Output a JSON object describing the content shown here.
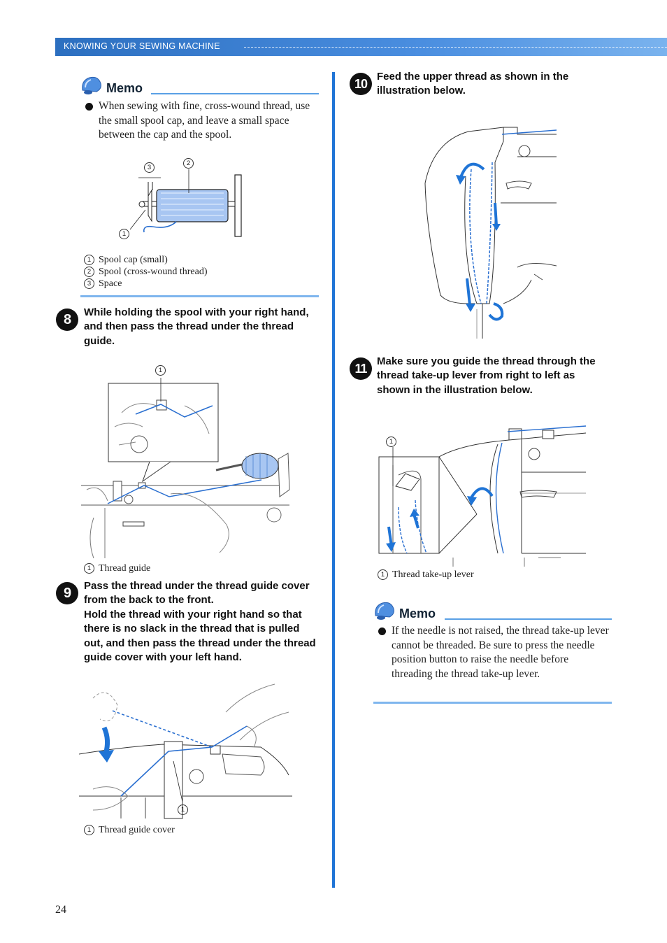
{
  "header": {
    "title": "KNOWING YOUR SEWING MACHINE"
  },
  "memo1": {
    "title": "Memo",
    "bullet": "When sewing with fine, cross-wound thread, use the small spool cap, and leave a small space between the cap and the spool.",
    "figure": {
      "callouts": [
        "1",
        "2",
        "3"
      ],
      "captions": [
        {
          "num": "1",
          "text": "Spool cap (small)"
        },
        {
          "num": "2",
          "text": "Spool (cross-wound thread)"
        },
        {
          "num": "3",
          "text": "Space"
        }
      ]
    }
  },
  "steps": [
    {
      "num": "8",
      "text": "While holding the spool with your right hand, and then pass the thread under the thread guide.",
      "callout": "1",
      "caption_num": "1",
      "caption": "Thread guide"
    },
    {
      "num": "9",
      "text_a": "Pass the thread under the thread guide cover from the back to the front.",
      "text_b": "Hold the thread with your right hand so that there is no slack in the thread that is pulled out, and then pass the thread under the thread guide cover with your left hand.",
      "callout": "1",
      "caption_num": "1",
      "caption": "Thread guide cover"
    },
    {
      "num": "10",
      "text": "Feed the upper thread as shown in the illustration below."
    },
    {
      "num": "11",
      "text": "Make sure you guide the thread through the thread take-up lever from right to left as shown in the illustration below.",
      "callout": "1",
      "caption_num": "1",
      "caption": "Thread take-up lever"
    }
  ],
  "memo2": {
    "title": "Memo",
    "bullet": "If the needle is not raised, the thread take-up lever cannot be threaded. Be sure to press the needle position button to raise the needle before threading the thread take-up lever."
  },
  "page_number": "24",
  "colors": {
    "accent": "#1f74d6",
    "thread": "#2a6fd0",
    "header": "#2c6fc0"
  }
}
